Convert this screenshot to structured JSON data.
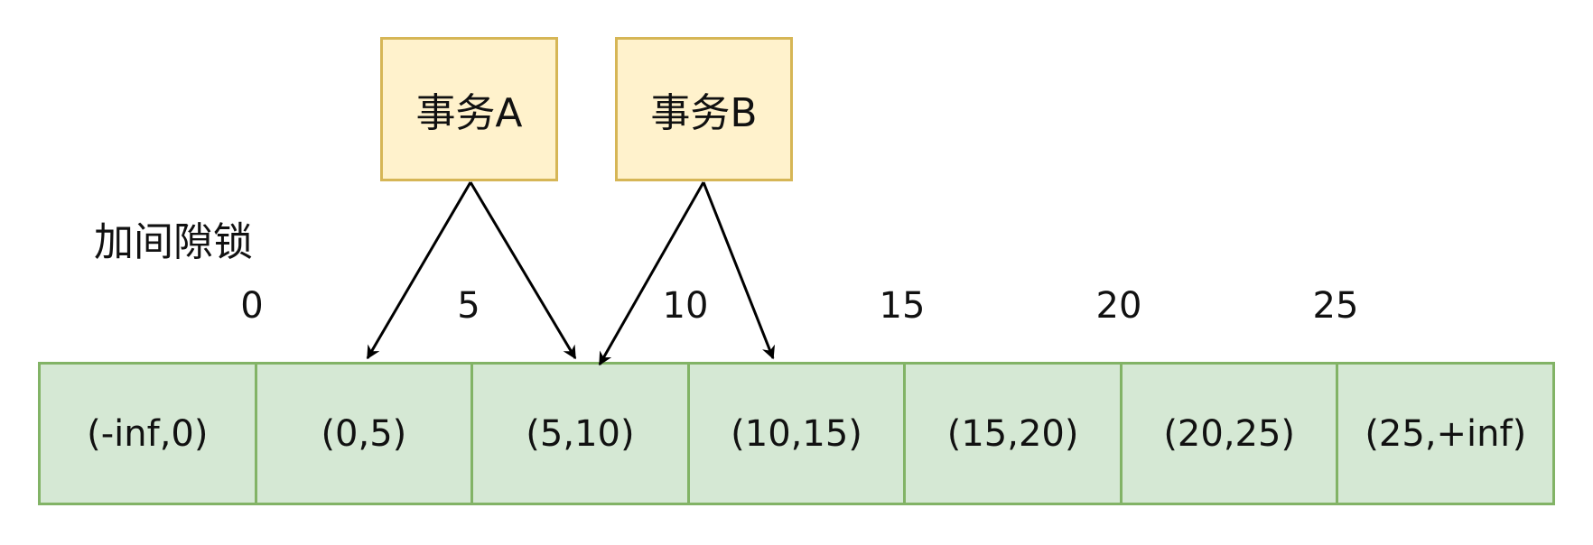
{
  "transactions": [
    {
      "label": "事务A"
    },
    {
      "label": "事务B"
    }
  ],
  "caption": "加间隙锁",
  "ticks": [
    "0",
    "5",
    "10",
    "15",
    "20",
    "25"
  ],
  "gaps": [
    "(-inf,0)",
    "(0,5)",
    "(5,10)",
    "(10,15)",
    "(15,20)",
    "(20,25)",
    "(25,+inf)"
  ],
  "colors": {
    "transaction_fill": "#fff2cc",
    "transaction_border": "#d6b656",
    "gap_fill": "#d5e8d4",
    "gap_border": "#82b366",
    "arrow": "#000000"
  }
}
